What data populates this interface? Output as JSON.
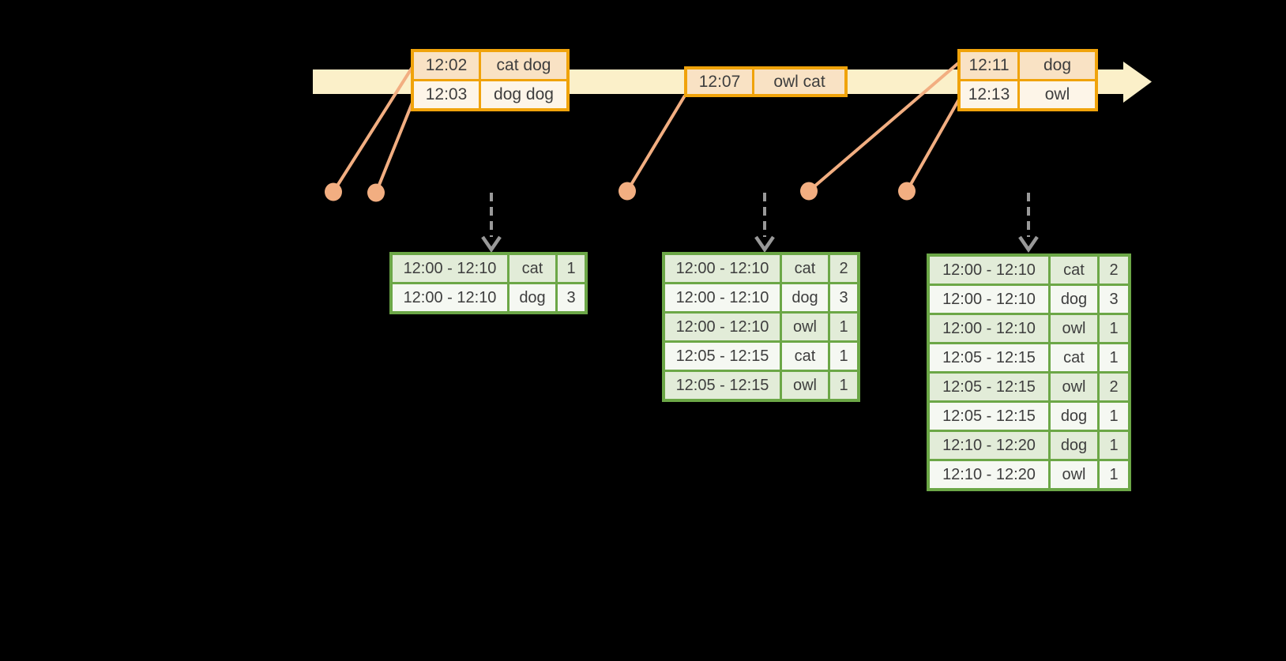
{
  "colors": {
    "background": "#000000",
    "timeline_band": "#FBF0C9",
    "event_table_border": "#F0A30B",
    "event_row_dark": "#F9E2C4",
    "event_row_light": "#FDF5E8",
    "event_marker": "#F2AE81",
    "trigger_arrow": "#999999",
    "result_table_border": "#6CA747",
    "result_row_dark": "#E2ECD8",
    "result_row_light": "#F5F8F2",
    "text": "#3E3E3E"
  },
  "event_tables": [
    {
      "rows": [
        {
          "time": "12:02",
          "words": "cat dog"
        },
        {
          "time": "12:03",
          "words": "dog dog"
        }
      ]
    },
    {
      "rows": [
        {
          "time": "12:07",
          "words": "owl cat"
        }
      ]
    },
    {
      "rows": [
        {
          "time": "12:11",
          "words": "dog"
        },
        {
          "time": "12:13",
          "words": "owl"
        }
      ]
    }
  ],
  "result_tables": [
    {
      "rows": [
        {
          "window": "12:00 - 12:10",
          "word": "cat",
          "count": "1"
        },
        {
          "window": "12:00 - 12:10",
          "word": "dog",
          "count": "3"
        }
      ]
    },
    {
      "rows": [
        {
          "window": "12:00 - 12:10",
          "word": "cat",
          "count": "2"
        },
        {
          "window": "12:00 - 12:10",
          "word": "dog",
          "count": "3"
        },
        {
          "window": "12:00 - 12:10",
          "word": "owl",
          "count": "1"
        },
        {
          "window": "12:05 - 12:15",
          "word": "cat",
          "count": "1"
        },
        {
          "window": "12:05 - 12:15",
          "word": "owl",
          "count": "1"
        }
      ]
    },
    {
      "rows": [
        {
          "window": "12:00 - 12:10",
          "word": "cat",
          "count": "2"
        },
        {
          "window": "12:00 - 12:10",
          "word": "dog",
          "count": "3"
        },
        {
          "window": "12:00 - 12:10",
          "word": "owl",
          "count": "1"
        },
        {
          "window": "12:05 - 12:15",
          "word": "cat",
          "count": "1"
        },
        {
          "window": "12:05 - 12:15",
          "word": "owl",
          "count": "2"
        },
        {
          "window": "12:05 - 12:15",
          "word": "dog",
          "count": "1"
        },
        {
          "window": "12:10 - 12:20",
          "word": "dog",
          "count": "1"
        },
        {
          "window": "12:10 - 12:20",
          "word": "owl",
          "count": "1"
        }
      ]
    }
  ]
}
